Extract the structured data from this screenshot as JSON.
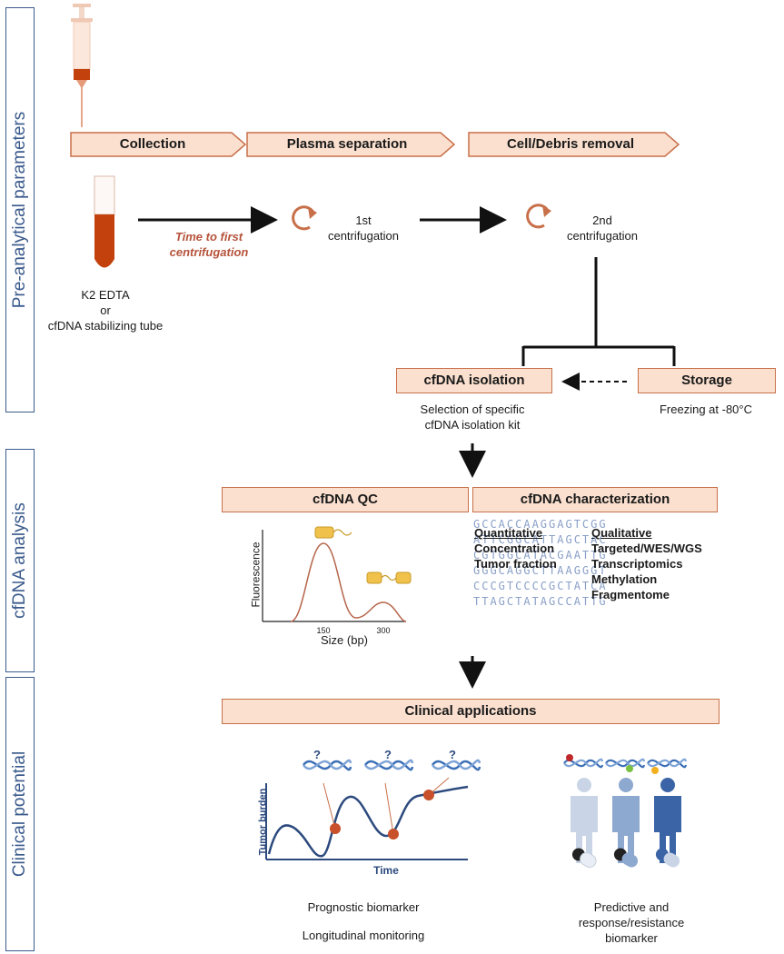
{
  "sections": {
    "preanalytical": "Pre-analytical parameters",
    "analysis": "cfDNA analysis",
    "clinical": "Clinical potential"
  },
  "steps": {
    "collection": "Collection",
    "plasma": "Plasma separation",
    "debris": "Cell/Debris removal"
  },
  "tube_label": [
    "K2 EDTA",
    "or",
    "cfDNA stabilizing tube"
  ],
  "time_label": [
    "Time to first",
    "centrifugation"
  ],
  "centrifuge1": [
    "1st",
    "centrifugation"
  ],
  "centrifuge2": [
    "2nd",
    "centrifugation"
  ],
  "isolation": {
    "title": "cfDNA isolation",
    "desc": [
      "Selection of specific",
      "cfDNA isolation  kit"
    ]
  },
  "storage": {
    "title": "Storage",
    "desc": "Freezing at -80°C"
  },
  "qc": {
    "title": "cfDNA QC",
    "ylabel": "Fluorescence",
    "xlabel": "Size (bp)",
    "ticks": [
      "150",
      "300"
    ]
  },
  "characterization": {
    "title": "cfDNA characterization",
    "quantitative_header": "Quantitative",
    "quantitative": [
      "Concentration",
      "Tumor fraction"
    ],
    "qualitative_header": "Qualitative",
    "qualitative": [
      "Targeted/WES/WGS",
      "Transcriptomics",
      "Methylation",
      "Fragmentome"
    ],
    "sequence_rows": [
      "GCCACCAAGGAGTCGG",
      "ATTCGGCATTAGCTAC",
      "CGTGGCATACGAATTG",
      "GGGCAGGCTTAAGGGT",
      "CCCGTCCCCGCTATCA",
      "TTAGCTATAGCCATTG"
    ]
  },
  "clinical": {
    "title": "Clinical applications",
    "graph_ylabel": "Tumor burden",
    "graph_xlabel": "Time",
    "question": "?",
    "prognostic": [
      "Prognostic biomarker",
      "Longitudinal monitoring"
    ],
    "predictive": [
      "Predictive and",
      "response/resistance",
      "biomarker"
    ]
  },
  "colors": {
    "accent": "#c8704a",
    "banner_fill": "#fbe0cf",
    "blood": "#c2410c",
    "navy": "#3a5a8c",
    "dna_blue": "#3b6fb6"
  }
}
